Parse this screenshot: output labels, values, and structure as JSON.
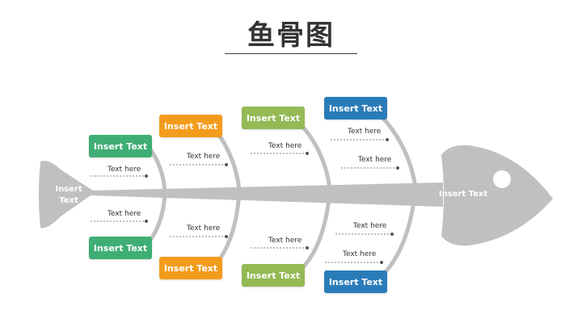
{
  "title": "鱼骨图",
  "tail_label": "Insert\nText",
  "head_label": "Insert Text",
  "colors": {
    "bone": "#bfbfbf",
    "green": "#3fae74",
    "orange": "#f39c1c",
    "lime": "#94b955",
    "blue": "#2a7cb8"
  },
  "top_boxes": [
    "Insert Text",
    "Insert Text",
    "Insert Text",
    "Insert Text"
  ],
  "bottom_boxes": [
    "Insert Text",
    "Insert Text",
    "Insert Text",
    "Insert Text"
  ],
  "top_notes": [
    "Text here",
    "Text here",
    "Text here",
    "Text here",
    "Text here"
  ],
  "bottom_notes": [
    "Text here",
    "Text here",
    "Text here",
    "Text here",
    "Text here"
  ]
}
